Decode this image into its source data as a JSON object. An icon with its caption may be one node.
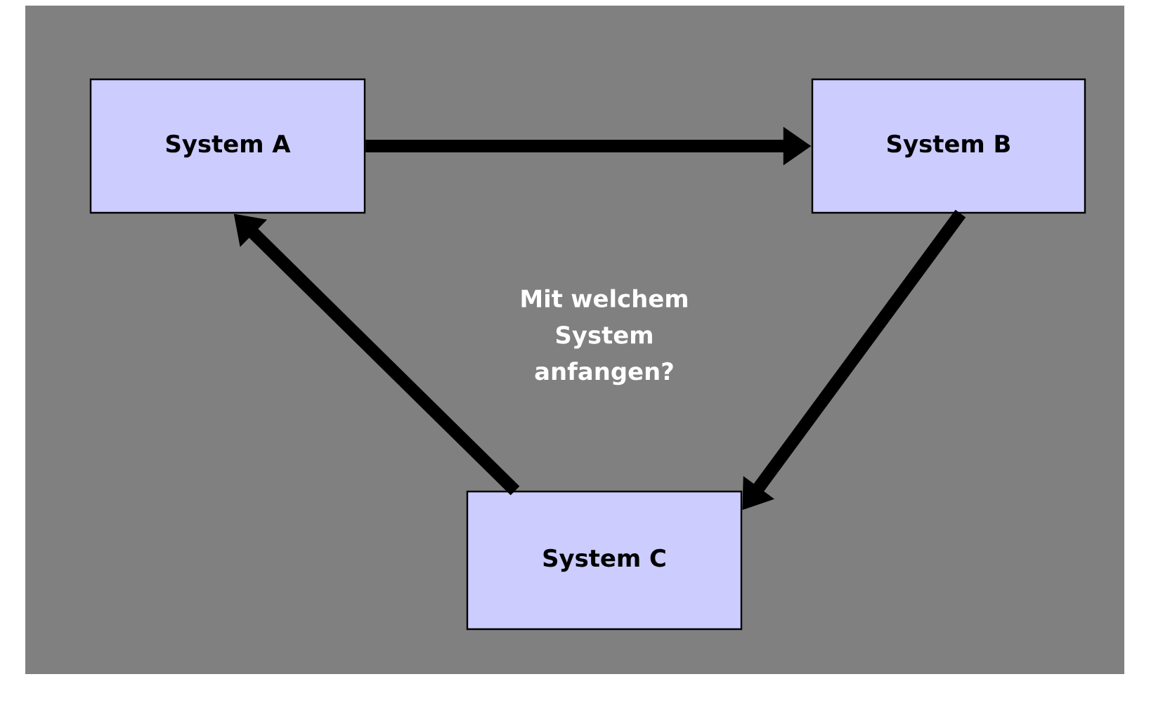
{
  "diagram": {
    "nodes": [
      {
        "text": [
          "System A"
        ]
      },
      {
        "text": [
          "System B"
        ]
      },
      {
        "text": [
          "System C"
        ]
      }
    ],
    "edges": [
      {
        "from": 0,
        "to": 1,
        "arrow": "to"
      },
      {
        "from": 1,
        "to": 2,
        "arrow": "to"
      },
      {
        "from": 2,
        "to": 0,
        "arrow": "to"
      }
    ],
    "labels": [
      "Mit welchem System anfangen?"
    ]
  }
}
